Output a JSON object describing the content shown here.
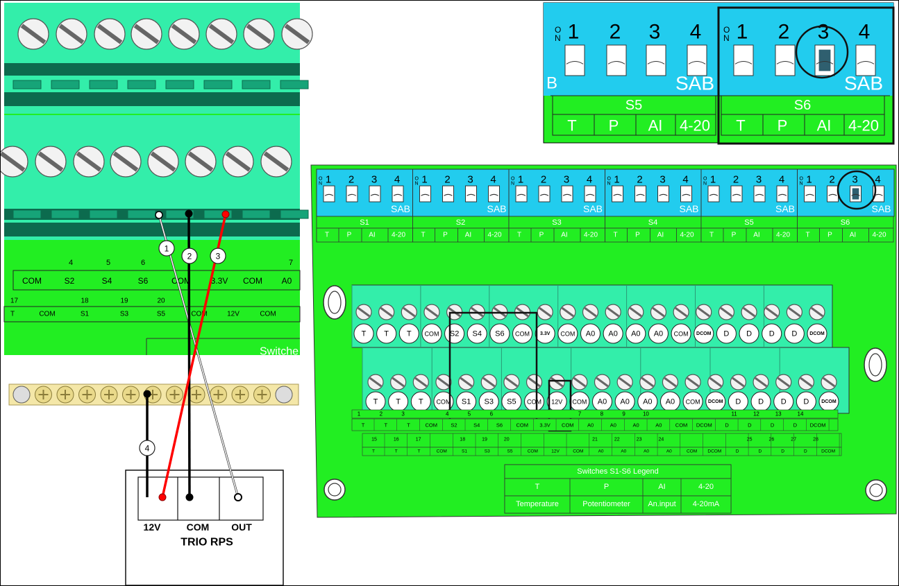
{
  "zoom_panel": {
    "switch_numbers": [
      "1",
      "2",
      "3",
      "4"
    ],
    "on_label": "ON",
    "sab_label": "SAB",
    "groups": [
      {
        "name": "S5",
        "modes": [
          "T",
          "P",
          "AI",
          "4-20"
        ]
      },
      {
        "name": "S6",
        "modes": [
          "T",
          "P",
          "AI",
          "4-20"
        ]
      }
    ],
    "highlight": {
      "group": "S6",
      "switch": "3"
    }
  },
  "left_panel": {
    "top_row": {
      "nums": [
        "4",
        "5",
        "6",
        "7"
      ],
      "labels": [
        "COM",
        "S2",
        "S4",
        "S6",
        "COM",
        "3.3V",
        "COM",
        "A0"
      ]
    },
    "bottom_row": {
      "nums": [
        "17",
        "18",
        "19",
        "20"
      ],
      "labels": [
        "T",
        "COM",
        "S1",
        "S3",
        "S5",
        "COM",
        "12V",
        "COM"
      ]
    },
    "footer_text": "Switche",
    "wire_markers": [
      "1",
      "2",
      "3",
      "4"
    ]
  },
  "rps": {
    "terminals": [
      "12V",
      "COM",
      "OUT"
    ],
    "title": "TRIO RPS"
  },
  "board": {
    "switch_groups": [
      "S1",
      "S2",
      "S3",
      "S4",
      "S5",
      "S6"
    ],
    "modes": [
      "T",
      "P",
      "AI",
      "4-20"
    ],
    "switch_numbers": [
      "1",
      "2",
      "3",
      "4"
    ],
    "on_label": "ON",
    "sab_label": "SAB",
    "upper_terminals": [
      "T",
      "T",
      "T",
      "COM",
      "S2",
      "S4",
      "S6",
      "COM",
      "3.3V",
      "COM",
      "A0",
      "A0",
      "A0",
      "A0",
      "COM",
      "DCOM",
      "D",
      "D",
      "D",
      "D",
      "DCOM"
    ],
    "lower_terminals": [
      "T",
      "T",
      "T",
      "COM",
      "S1",
      "S3",
      "S5",
      "COM",
      "12V",
      "COM",
      "A0",
      "A0",
      "A0",
      "A0",
      "COM",
      "DCOM",
      "D",
      "D",
      "D",
      "D",
      "DCOM"
    ],
    "row1_numbers": [
      "1",
      "2",
      "3",
      "4",
      "5",
      "6",
      "7",
      "8",
      "9",
      "10",
      "11",
      "12",
      "13",
      "14"
    ],
    "row1_labels": [
      "T",
      "T",
      "T",
      "COM",
      "S2",
      "S4",
      "S6",
      "COM",
      "3.3V",
      "COM",
      "A0",
      "A0",
      "A0",
      "A0",
      "COM",
      "DCOM",
      "D",
      "D",
      "D",
      "D",
      "DCOM"
    ],
    "row2_numbers": [
      "15",
      "16",
      "17",
      "18",
      "19",
      "20",
      "21",
      "22",
      "23",
      "24",
      "25",
      "26",
      "27",
      "28"
    ],
    "row2_labels": [
      "T",
      "T",
      "T",
      "COM",
      "S1",
      "S3",
      "S5",
      "COM",
      "12V",
      "COM",
      "A0",
      "A0",
      "A0",
      "A0",
      "COM",
      "DCOM",
      "D",
      "D",
      "D",
      "D",
      "DCOM"
    ],
    "legend": {
      "title": "Switches S1-S6 Legend",
      "codes": [
        "T",
        "P",
        "AI",
        "4-20"
      ],
      "meanings": [
        "Temperature",
        "Potentiometer",
        "An.input",
        "4-20mA"
      ]
    },
    "highlight": {
      "group": "S6",
      "switch": "3"
    }
  },
  "colors": {
    "board_green": "#22ee22",
    "terminal_teal": "#33eeaa",
    "switch_blue": "#22ccee",
    "wire_red": "#ff0000",
    "wire_black": "#000000"
  }
}
